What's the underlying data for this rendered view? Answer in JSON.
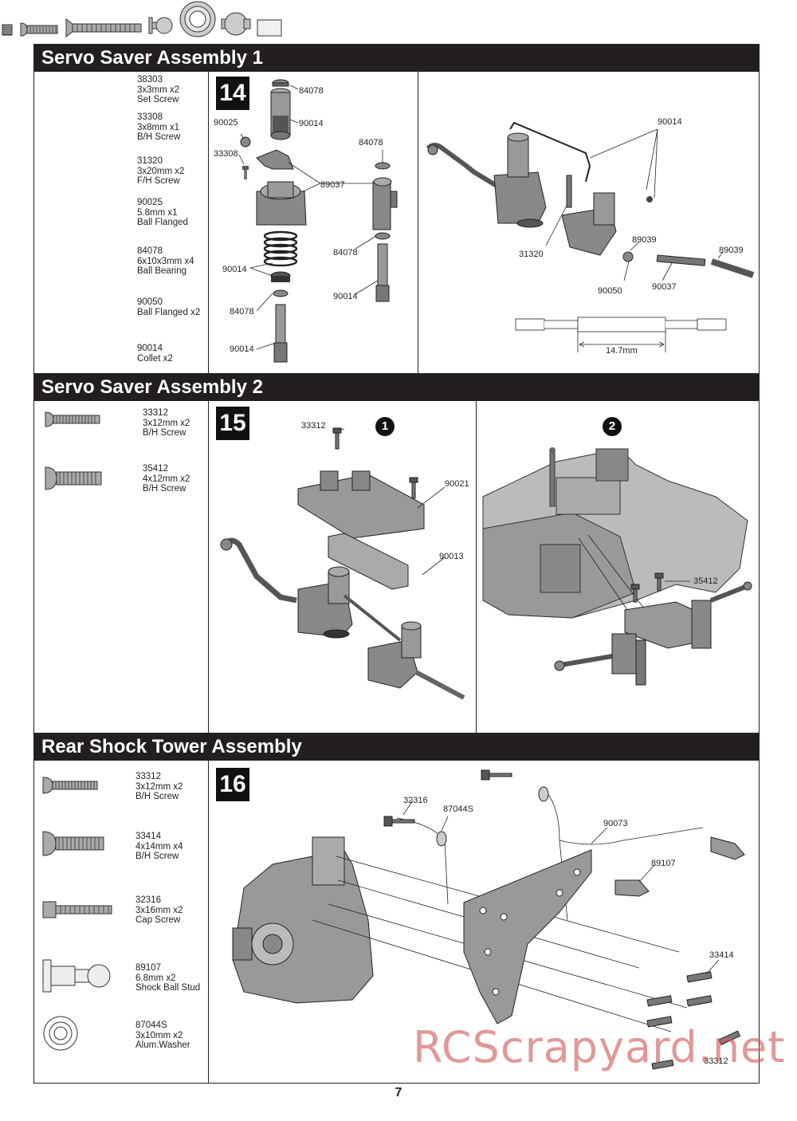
{
  "sections": [
    {
      "title": "Servo Saver Assembly 1"
    },
    {
      "title": "Servo Saver Assembly 2"
    },
    {
      "title": "Rear Shock Tower Assembly"
    }
  ],
  "steps": [
    "14",
    "15",
    "16"
  ],
  "sub_steps": [
    "1",
    "2"
  ],
  "parts1": [
    {
      "code": "38303",
      "size": "3x3mm x2",
      "name": "Set Screw"
    },
    {
      "code": "33308",
      "size": "3x8mm x1",
      "name": "B/H Screw"
    },
    {
      "code": "31320",
      "size": "3x20mm x2",
      "name": "F/H Screw"
    },
    {
      "code": "90025",
      "size": "5.8mm x1",
      "name": "Ball Flanged"
    },
    {
      "code": "84078",
      "size": "6x10x3mm x4",
      "name": "Ball Bearing"
    },
    {
      "code": "90050",
      "size": "Ball Flanged x2",
      "name": ""
    },
    {
      "code": "90014",
      "size": "Collet x2",
      "name": ""
    }
  ],
  "parts2": [
    {
      "code": "33312",
      "size": "3x12mm x2",
      "name": "B/H Screw"
    },
    {
      "code": "35412",
      "size": "4x12mm x2",
      "name": "B/H Screw"
    }
  ],
  "parts3": [
    {
      "code": "33312",
      "size": "3x12mm x2",
      "name": "B/H Screw"
    },
    {
      "code": "33414",
      "size": "4x14mm x4",
      "name": "B/H Screw"
    },
    {
      "code": "32316",
      "size": "3x16mm x2",
      "name": "Cap Screw"
    },
    {
      "code": "89107",
      "size": "6.8mm x2",
      "name": "Shock Ball Stud"
    },
    {
      "code": "87044S",
      "size": "3x10mm x2",
      "name": "Alum.Washer"
    }
  ],
  "callouts14": [
    "84078",
    "90014",
    "90025",
    "33308",
    "89037",
    "84078",
    "84078",
    "90014",
    "84078",
    "90014",
    "90014"
  ],
  "callouts14b": [
    "90014",
    "31320",
    "89039",
    "89039",
    "90050",
    "90037",
    "14.7mm"
  ],
  "callouts15": [
    "33312",
    "90021",
    "90013",
    "35412"
  ],
  "callouts16": [
    "32316",
    "87044S",
    "90073",
    "89107",
    "33414",
    "33312"
  ],
  "page_number": "7",
  "watermark": "RCScrapyard.net"
}
